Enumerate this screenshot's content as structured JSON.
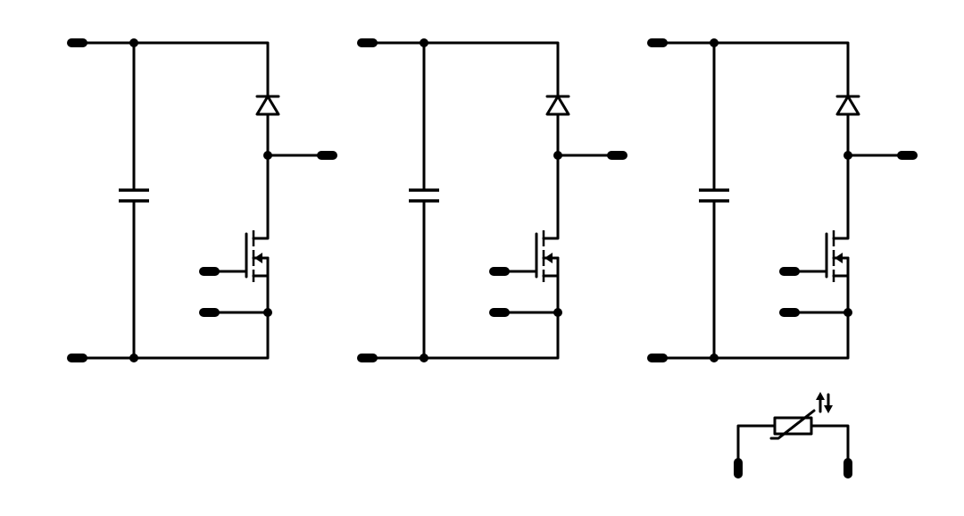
{
  "diagram": {
    "circuits": [
      {
        "id": "cell-1"
      },
      {
        "id": "cell-2"
      },
      {
        "id": "cell-3"
      }
    ],
    "extra_component": "thermistor",
    "colors": {
      "background": "#ffffff",
      "line": "#000000"
    }
  }
}
